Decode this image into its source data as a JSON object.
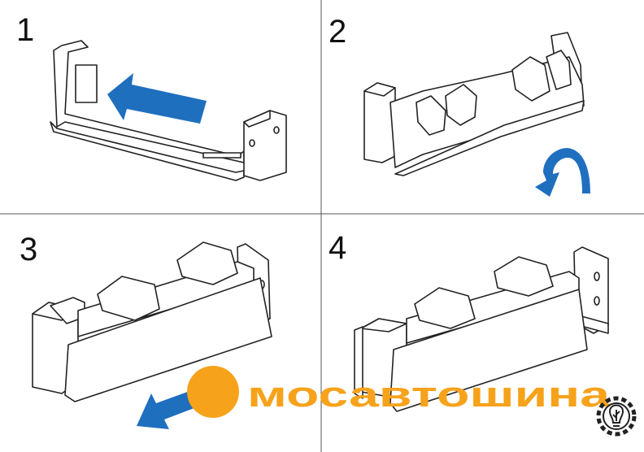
{
  "panels": [
    {
      "step": "1",
      "arrow": "left",
      "illustration": "bracket-insert"
    },
    {
      "step": "2",
      "arrow": "rotate",
      "illustration": "tray-rotate"
    },
    {
      "step": "3",
      "arrow": "left",
      "illustration": "holder-assembly"
    },
    {
      "step": "4",
      "arrow": "none",
      "illustration": "holder-mounted"
    }
  ],
  "colors": {
    "arrow": "#1f6fbf",
    "logo_accent": "#f7a21b",
    "line": "#222222",
    "divider": "#555555"
  },
  "brand": {
    "name": "мосавтошина",
    "icon": "lightbulb-gear-icon"
  }
}
